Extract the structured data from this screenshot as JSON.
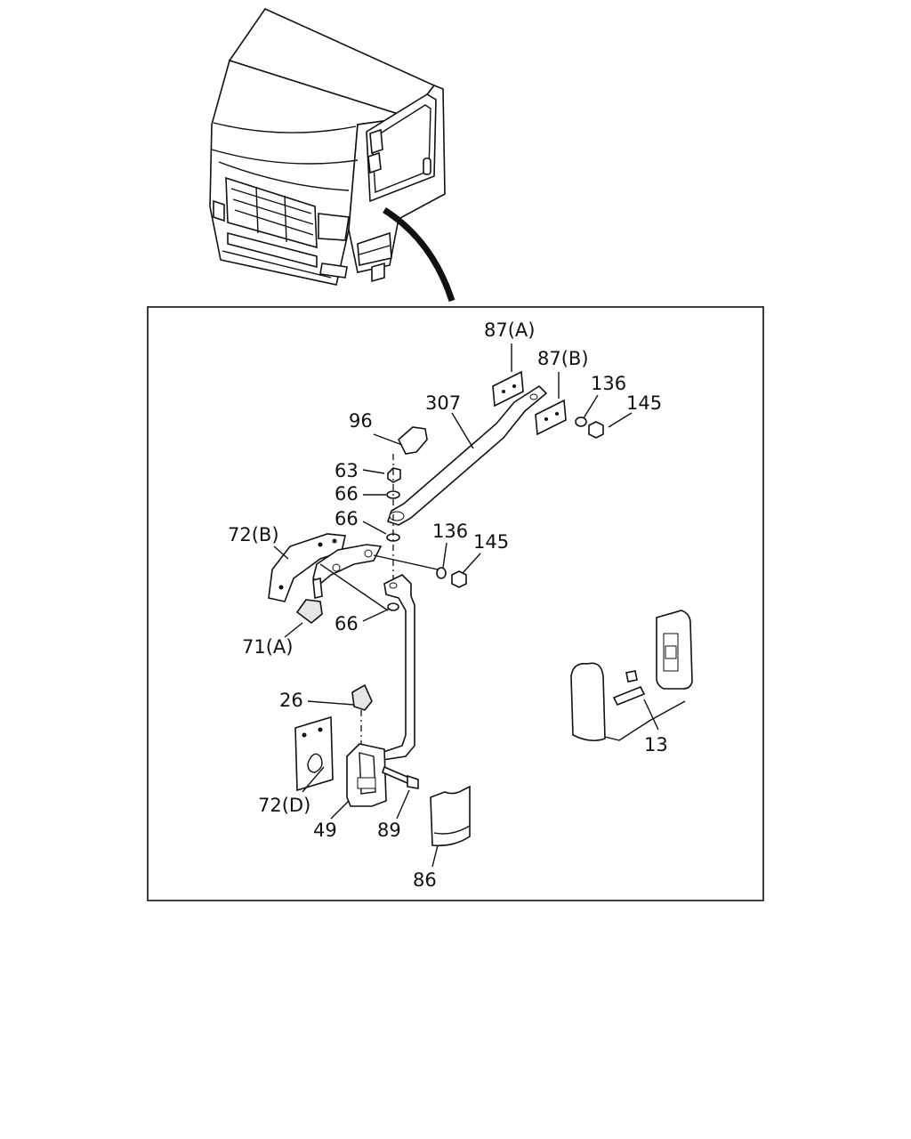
{
  "labels": {
    "l87a": "87(A)",
    "l87b": "87(B)",
    "l136a": "136",
    "l145a": "145",
    "l307": "307",
    "l96": "96",
    "l63": "63",
    "l66a": "66",
    "l66b": "66",
    "l72b": "72(B)",
    "l136b": "136",
    "l145b": "145",
    "l66c": "66",
    "l71a": "71(A)",
    "l26": "26",
    "l13": "13",
    "l72d": "72(D)",
    "l49": "49",
    "l89": "89",
    "l86": "86"
  }
}
